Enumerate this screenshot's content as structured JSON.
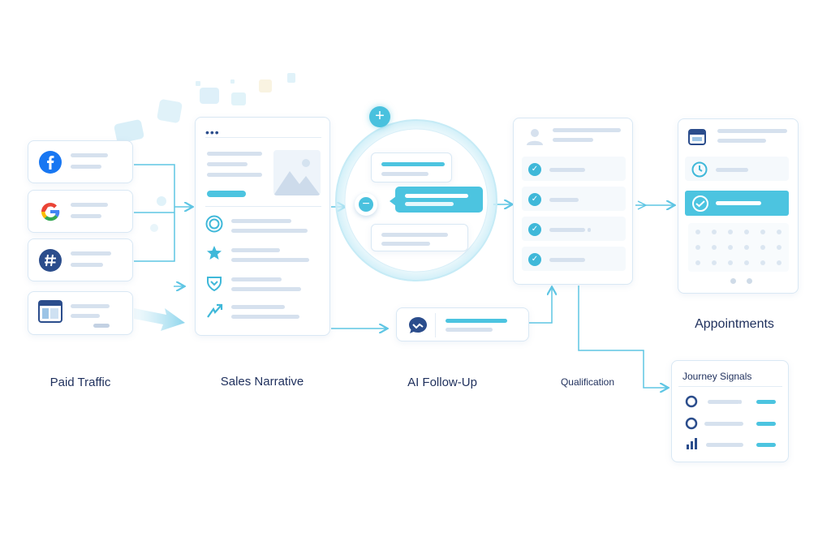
{
  "stages": {
    "paid_traffic": "Paid Traffic",
    "sales_narrative": "Sales Narrative",
    "ai_follow_up": "AI Follow-Up",
    "qualification": "Qualification",
    "appointments": "Appointments"
  },
  "journey_signals": {
    "title": "Journey Signals"
  },
  "colors": {
    "accent": "#4cc4e0",
    "navy": "#1e2f5c",
    "facebook": "#1877f2",
    "line": "#5fc6e4",
    "placeholder": "#d6e1ee"
  },
  "icons": {
    "sources": [
      "facebook-icon",
      "google-icon",
      "hashtag-icon",
      "browser-window-icon"
    ],
    "narrative": [
      "target-icon",
      "star-icon",
      "shield-icon",
      "arrow-trend-icon"
    ],
    "appointments": [
      "calendar-icon",
      "clock-icon",
      "check-icon"
    ],
    "signals": [
      "ring-icon",
      "ring-icon",
      "bar-chart-icon"
    ]
  }
}
